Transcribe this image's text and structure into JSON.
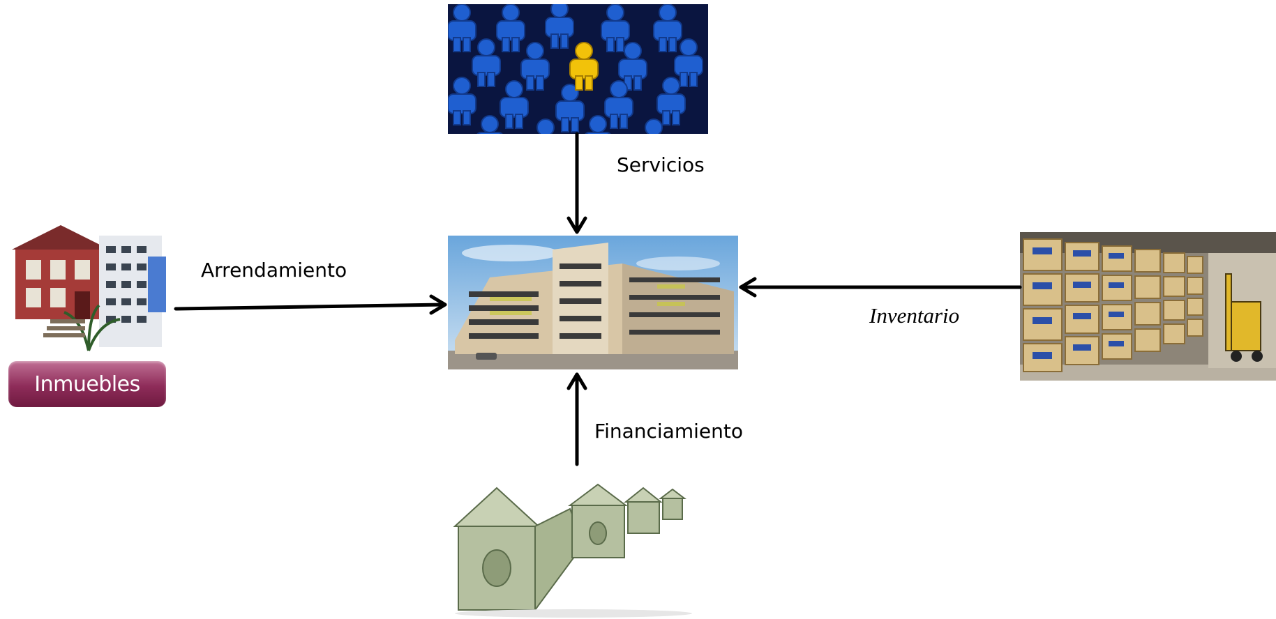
{
  "labels": {
    "servicios": "Servicios",
    "arrendamiento": "Arrendamiento",
    "inventario": "Inventario",
    "financiamiento": "Financiamiento"
  },
  "inmuebles": {
    "banner_text": "Inmuebles"
  },
  "images": {
    "services": "crowd-of-blue-figures-with-one-yellow-figure",
    "center": "apartment-building",
    "property": "houses-and-apartment-tower",
    "inventory": "warehouse-pallets-with-forklift",
    "financing": "dollar-bill-houses"
  },
  "colors": {
    "arrow": "#000000",
    "banner": "#8e2c59",
    "crowd_blue": "#1f5fd0",
    "crowd_yellow": "#f2c20a"
  }
}
